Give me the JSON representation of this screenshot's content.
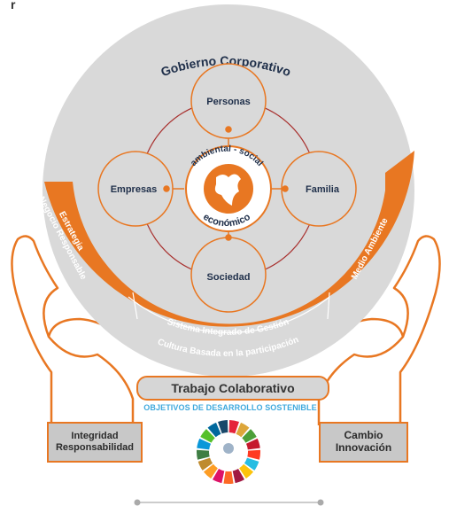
{
  "header": {
    "partial_title": "r"
  },
  "diagram": {
    "outer_ring_title": "Gobierno Corporativo",
    "nodes": {
      "top": "Personas",
      "left": "Empresas",
      "right": "Familia",
      "bottom": "Sociedad"
    },
    "center": {
      "top_arc": "ambiental - social",
      "bottom_arc": "económico"
    },
    "left_band": {
      "line1": "Estrategia",
      "line2": "Negocio Responsable"
    },
    "right_band": "Medio Ambiente",
    "inner_band": "Sistema Integrado de Gestión",
    "outer_band": "Cultura Basada en la participación"
  },
  "left_box": {
    "line1": "Integridad",
    "line2": "Responsabilidad"
  },
  "right_box": {
    "line1": "Cambio",
    "line2": "Innovación"
  },
  "collab_label": "Trabajo Colaborativo",
  "ods_title": "OBJETIVOS DE DESARROLLO SOSTENIBLE",
  "colors": {
    "orange": "#e87722",
    "grey": "#d9d9d9",
    "dark_red_line": "#a8302e",
    "ods_blue": "#3fa9dd",
    "text_dark": "#1f2f4a"
  },
  "ods_wheel_colors": [
    "#e5243b",
    "#dda63a",
    "#4c9f38",
    "#c5192d",
    "#ff3a21",
    "#26bde2",
    "#fcc30b",
    "#a21942",
    "#fd6925",
    "#dd1367",
    "#fd9d24",
    "#bf8b2e",
    "#3f7e44",
    "#0a97d9",
    "#56c02b",
    "#00689d",
    "#19486a"
  ]
}
